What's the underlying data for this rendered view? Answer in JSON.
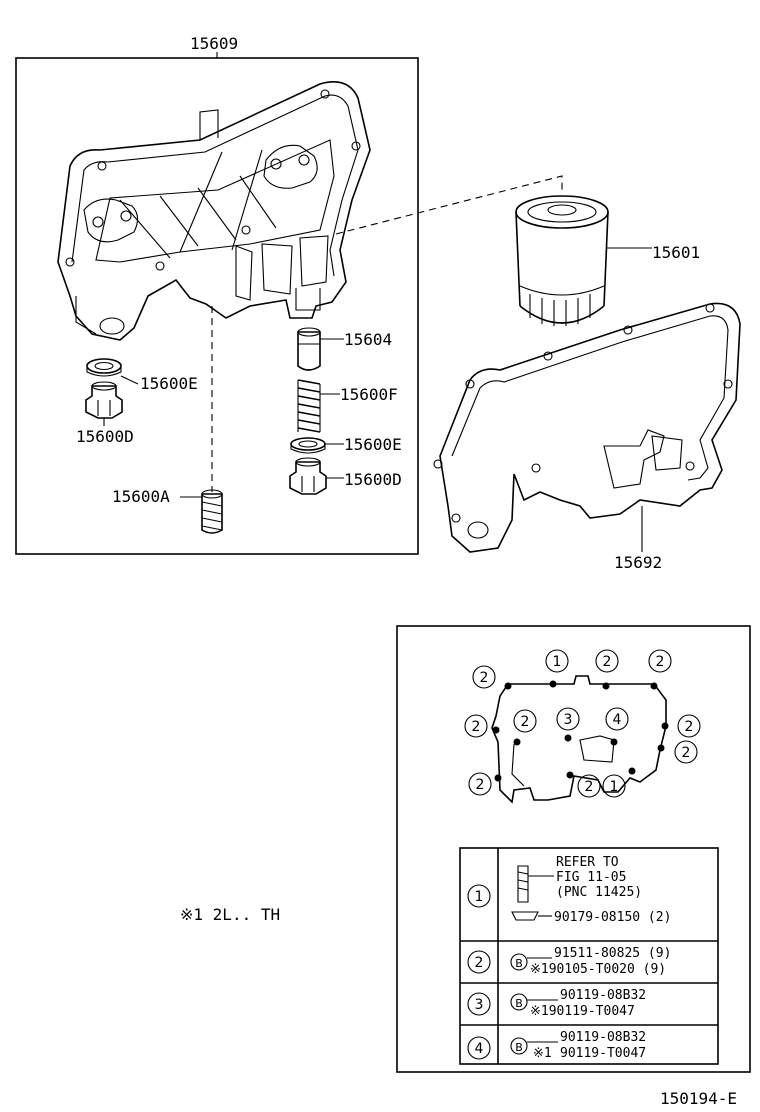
{
  "labels": {
    "housing": "15609",
    "filter": "15601",
    "valve": "15604",
    "gasket_e_left": "15600E",
    "plug_d_left": "15600D",
    "spring": "15600F",
    "gasket_e_right": "15600E",
    "plug_d_right": "15600D",
    "sleeve": "15600A",
    "gasket": "15692"
  },
  "bolt_markers": {
    "marker_1": "1",
    "marker_2": "2",
    "marker_3": "3",
    "marker_4": "4"
  },
  "note": "※1 2L.. TH",
  "table": {
    "row1": {
      "key": "1",
      "refer_line1": "REFER TO",
      "refer_line2": "FIG 11-05",
      "refer_line3": "(PNC 11425)",
      "part": "90179-08150 (2)"
    },
    "row2": {
      "key": "2",
      "badge": "B",
      "part_a": "91511-80825 (9)",
      "part_b": "※190105-T0020 (9)"
    },
    "row3": {
      "key": "3",
      "badge": "B",
      "part_a": "90119-08B32",
      "part_b": "※190119-T0047"
    },
    "row4": {
      "key": "4",
      "badge": "B",
      "part_a": "90119-08B32",
      "part_b_prefix": "※1",
      "part_b": "90119-T0047"
    }
  },
  "figure_id": "150194-E"
}
